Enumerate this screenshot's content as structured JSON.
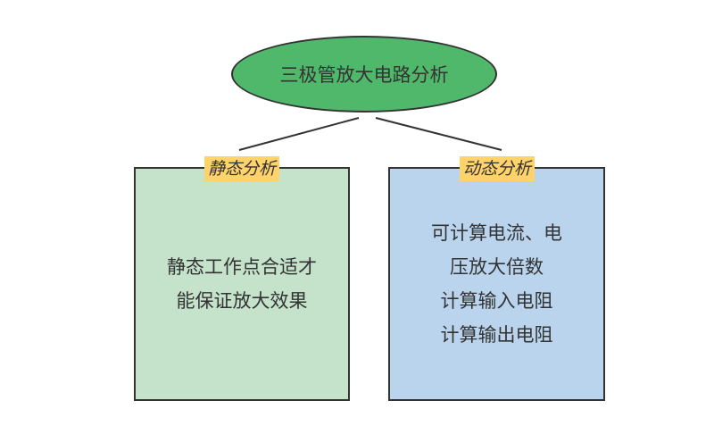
{
  "colors": {
    "root_fill": "#50b86a",
    "left_box_fill": "#c5e3cb",
    "right_box_fill": "#bad4ee",
    "tag_fill": "#ffd36c",
    "stroke": "#333333"
  },
  "root": {
    "label": "三极管放大电路分析"
  },
  "branches": [
    {
      "tag": "静态分析",
      "lines": [
        "静态工作点合适才",
        "能保证放大效果"
      ]
    },
    {
      "tag": "动态分析",
      "lines": [
        "可计算电流、电",
        "压放大倍数",
        "计算输入电阻",
        "计算输出电阻"
      ]
    }
  ]
}
